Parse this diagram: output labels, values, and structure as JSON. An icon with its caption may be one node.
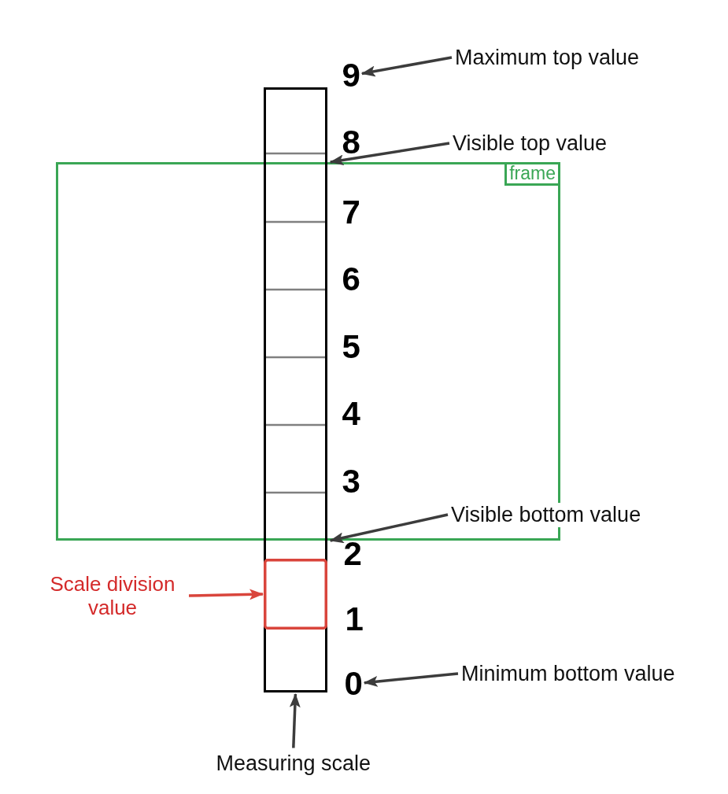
{
  "diagram": {
    "nodes": [
      {
        "text": [
          "Maximum top value"
        ]
      },
      {
        "text": [
          "9"
        ]
      },
      {
        "text": [],
        "shape": "bar"
      },
      {
        "text": [
          "Visible top value"
        ]
      },
      {
        "text": [
          "frame"
        ]
      },
      {
        "text": [
          "Visible bottom value"
        ]
      },
      {
        "text": [
          "Scale division value"
        ]
      },
      {
        "text": [],
        "shape": "box",
        "in": 2
      },
      {
        "text": [
          "0"
        ]
      },
      {
        "text": [
          "Minimum bottom value"
        ]
      },
      {
        "text": [
          "Measuring scale"
        ]
      }
    ],
    "edges": [
      {
        "from": 0,
        "to": 1,
        "arrow": "to"
      },
      {
        "from": 3,
        "to": 4,
        "arrow": "to"
      },
      {
        "from": 5,
        "to": 4,
        "arrow": "to"
      },
      {
        "from": 6,
        "to": 7,
        "arrow": "to",
        "color": "#d9453c"
      },
      {
        "from": 9,
        "to": 8,
        "arrow": "to"
      },
      {
        "from": 10,
        "to": 2,
        "arrow": "to"
      }
    ],
    "labels": [
      "8",
      "7",
      "6",
      "5",
      "4",
      "3",
      "2",
      "1"
    ]
  }
}
